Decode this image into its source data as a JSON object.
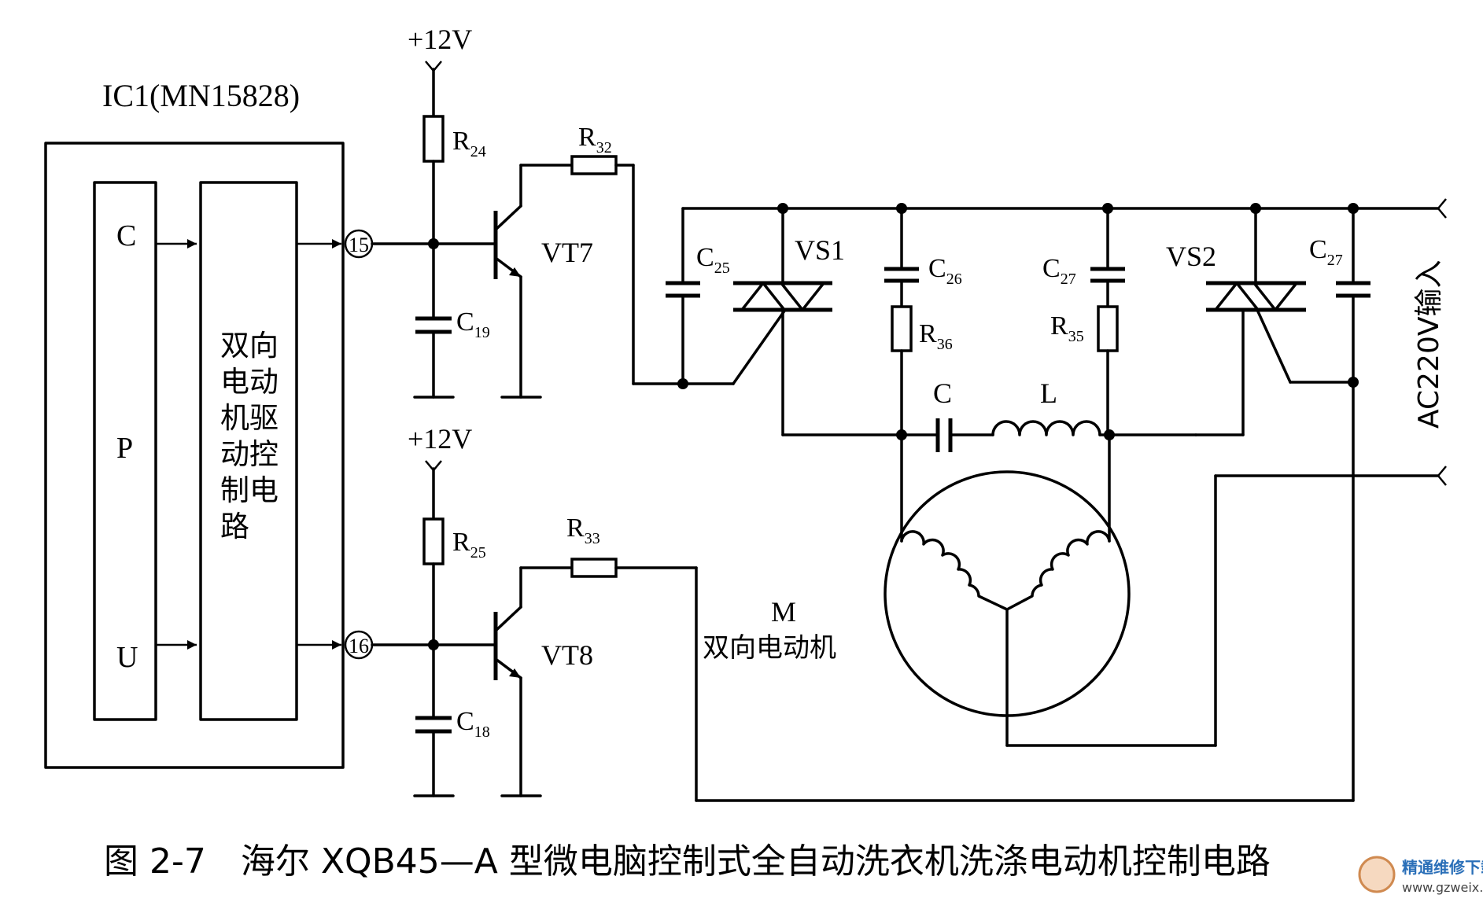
{
  "ic": {
    "title": "IC1(MN15828)",
    "cpu_letters": [
      "C",
      "P",
      "U"
    ],
    "driver_lines": [
      "双向",
      "电动",
      "机驱",
      "动控",
      "制电",
      "路"
    ]
  },
  "pins": {
    "p15": "15",
    "p16": "16"
  },
  "supply": {
    "top": "+12V",
    "bottom": "+12V"
  },
  "components": {
    "r24": {
      "main": "R",
      "sub": "24"
    },
    "r25": {
      "main": "R",
      "sub": "25"
    },
    "r32": {
      "main": "R",
      "sub": "32"
    },
    "r33": {
      "main": "R",
      "sub": "33"
    },
    "r35": {
      "main": "R",
      "sub": "35"
    },
    "r36": {
      "main": "R",
      "sub": "36"
    },
    "c18": {
      "main": "C",
      "sub": "18"
    },
    "c19": {
      "main": "C",
      "sub": "19"
    },
    "c25": {
      "main": "C",
      "sub": "25"
    },
    "c26": {
      "main": "C",
      "sub": "26"
    },
    "c27a": {
      "main": "C",
      "sub": "27"
    },
    "c27b": {
      "main": "C",
      "sub": "27"
    },
    "vt7": "VT7",
    "vt8": "VT8",
    "vs1": "VS1",
    "vs2": "VS2",
    "c": "C",
    "l": "L"
  },
  "motor": {
    "m": "M",
    "name": "双向电动机"
  },
  "input_label": "AC220V输入",
  "caption": "图 2-7　海尔 XQB45—A 型微电脑控制式全自动洗衣机洗涤电动机控制电路",
  "watermark": {
    "line1": "精通维修下载",
    "line2": "www.gzweix.com"
  }
}
